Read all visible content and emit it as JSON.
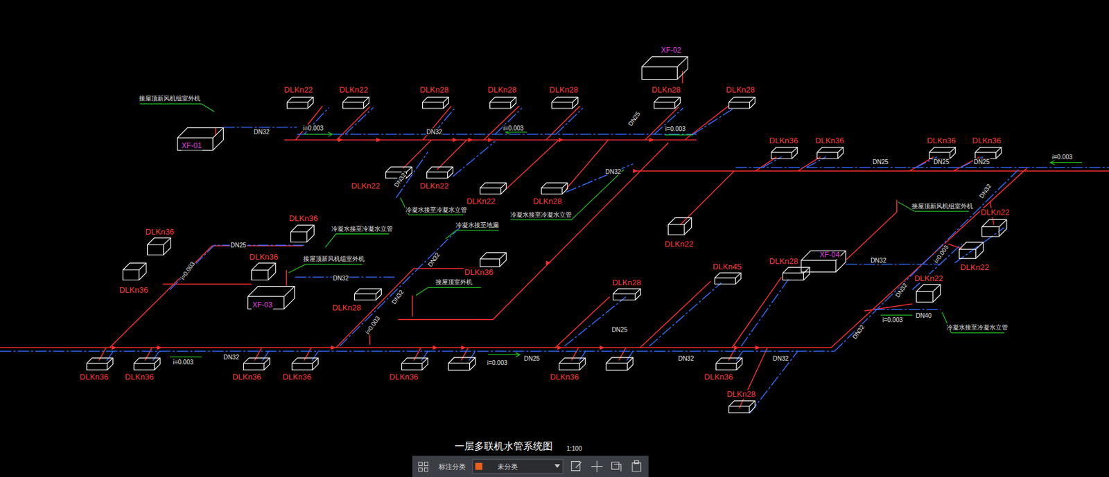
{
  "diagram": {
    "title": "一层多联机水管系统图",
    "nodes": [
      {
        "text": [
          "XF-02"
        ]
      },
      {
        "text": [
          "DLKn22"
        ]
      },
      {
        "text": [
          "DLKn22"
        ]
      },
      {
        "text": [
          "DLKn28"
        ]
      },
      {
        "text": [
          "DLKn28"
        ]
      },
      {
        "text": [
          "DLKn28"
        ]
      },
      {
        "text": [
          "DLKn28"
        ]
      },
      {
        "text": [
          "DLKn28"
        ]
      },
      {
        "text": [
          "XF-01"
        ]
      },
      {
        "text": [
          "DLKn36"
        ]
      },
      {
        "text": [
          "DLKn36"
        ]
      },
      {
        "text": [
          "DLKn36"
        ]
      },
      {
        "text": [
          "DLKn36"
        ]
      },
      {
        "text": [
          "DLKn22"
        ]
      },
      {
        "text": [
          "DLKn22"
        ]
      },
      {
        "text": [
          "DLKn22"
        ]
      },
      {
        "text": [
          "DLKn28"
        ]
      },
      {
        "text": [
          "DLKn22"
        ]
      },
      {
        "text": [
          "DLKn36"
        ]
      },
      {
        "text": [
          "DLKn36"
        ]
      },
      {
        "text": [
          "DLKn22"
        ]
      },
      {
        "text": [
          "XF-04"
        ]
      },
      {
        "text": [
          "DLKn36"
        ]
      },
      {
        "text": [
          "DLKn36"
        ]
      },
      {
        "text": [
          "DLKn22"
        ]
      },
      {
        "text": [
          "DLKn36"
        ]
      },
      {
        "text": [
          "DLKn45"
        ]
      },
      {
        "text": [
          "DLKn28"
        ]
      },
      {
        "text": [
          "DLKn22"
        ]
      },
      {
        "text": [
          "DLKn28"
        ]
      },
      {
        "text": [
          "XF-03"
        ]
      },
      {
        "text": [
          "DLKn28"
        ]
      },
      {
        "text": [
          "DLKn36"
        ]
      },
      {
        "text": [
          "DLKn36"
        ]
      },
      {
        "text": [
          "DLKn36"
        ]
      },
      {
        "text": [
          "DLKn36"
        ]
      },
      {
        "text": [
          "DLKn36"
        ]
      },
      {
        "text": [
          "DLKn36"
        ]
      },
      {
        "text": [
          "DLKn36"
        ]
      },
      {
        "text": [
          "DLKn28"
        ]
      }
    ],
    "labels": [
      "接屋顶新风机组室外机",
      "DN32",
      "i=0.003",
      "DN32",
      "i=0.003",
      "DN25",
      "i=0.003",
      "DN32",
      "DN32",
      "冷凝水接至冷凝水立管",
      "冷凝水接至冷凝水立管",
      "DN25",
      "DN25",
      "DN25",
      "i=0.003",
      "接屋顶新风机组室外机",
      "DN32",
      "冷凝水接至冷凝水立管",
      "冷凝水接至地漏",
      "DN25",
      "接屋顶新风机组室外机",
      "i=0.003",
      "DN32",
      "DN32",
      "接屋顶室外机",
      "DN32",
      "i=0.003",
      "DN25",
      "DN32",
      "i=0.003",
      "DN32",
      "i=0.003",
      "DN40",
      "冷凝水接至冷凝水立管",
      "DN32",
      "i=0.003",
      "DN32",
      "i=0.003",
      "DN25",
      "DN32",
      "DN32",
      "1:100",
      "标注分类",
      "未分类"
    ]
  }
}
